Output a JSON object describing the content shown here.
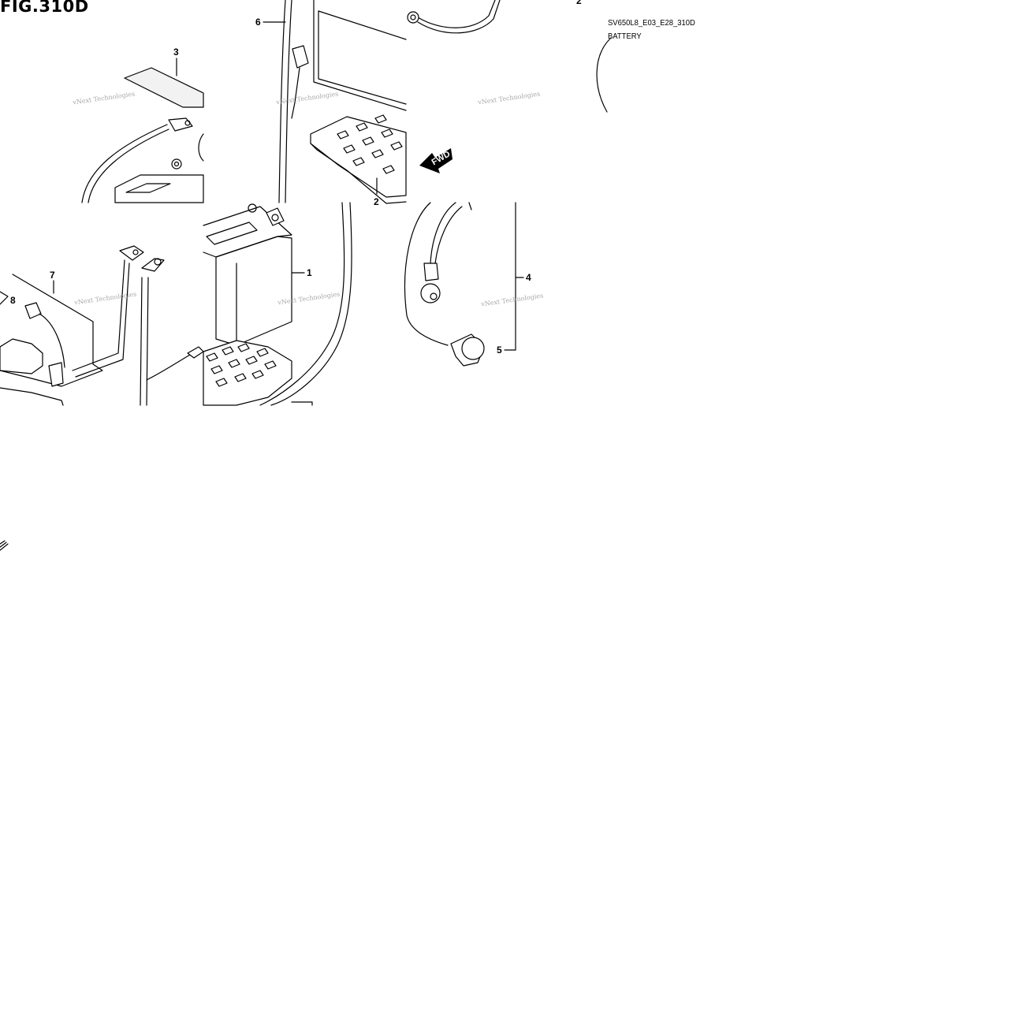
{
  "figure": {
    "title": "FIG.310D",
    "code": "SV650L8_E03_E28_310D",
    "name": "BATTERY"
  },
  "callouts": {
    "c1": "1",
    "c2_top": "2",
    "c2_mid": "2",
    "c3": "3",
    "c4": "4",
    "c5": "5",
    "c6": "6",
    "c7": "7",
    "c8": "8"
  },
  "direction_arrow": {
    "label": "FWD"
  },
  "watermark": {
    "text": "vNext Technologies"
  }
}
